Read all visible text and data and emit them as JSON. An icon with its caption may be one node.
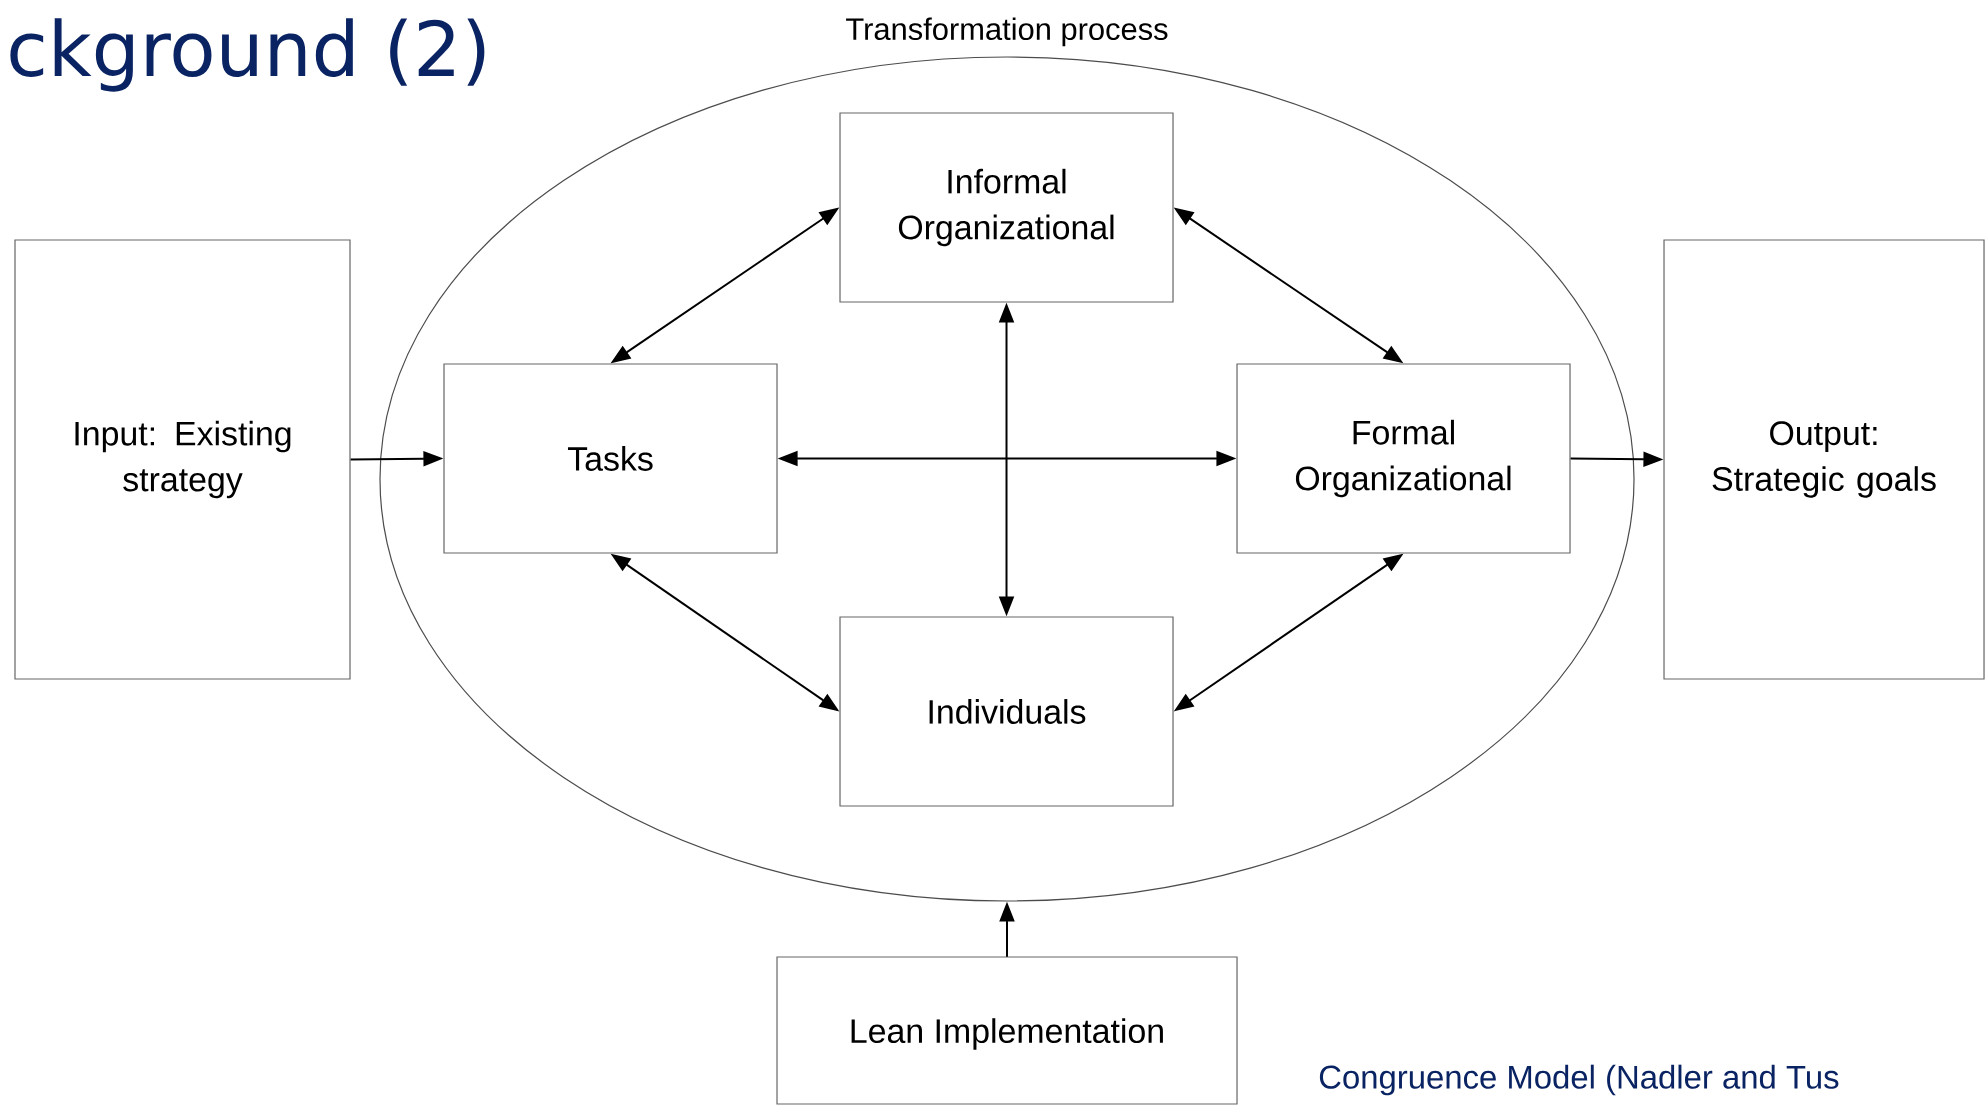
{
  "diagram": {
    "title": "ckground (2)",
    "caption": "Congruence Model (Nadler and Tus",
    "nodes": [
      {
        "text": [
          "Transformation process"
        ]
      },
      {
        "text": [
          "Informal Organizational"
        ],
        "in": 0
      },
      {
        "text": [
          "Input: Existing strategy"
        ]
      },
      {
        "text": [
          "Tasks"
        ],
        "in": 0
      },
      {
        "text": [
          "Formal Organizational"
        ],
        "in": 0
      },
      {
        "text": [
          "Output: Strategic goals"
        ]
      },
      {
        "text": [
          "Individuals"
        ],
        "in": 0
      },
      {
        "text": [
          "Lean Implementation"
        ]
      }
    ],
    "edges": [
      {
        "from": 2,
        "to": 3,
        "arrow": "to"
      },
      {
        "from": 4,
        "to": 5,
        "arrow": "to"
      },
      {
        "from": 3,
        "to": 1,
        "arrow": "both"
      },
      {
        "from": 1,
        "to": 4,
        "arrow": "both"
      },
      {
        "from": 3,
        "to": 4,
        "arrow": "both"
      },
      {
        "from": 1,
        "to": 6,
        "arrow": "both"
      },
      {
        "from": 3,
        "to": 6,
        "arrow": "both"
      },
      {
        "from": 6,
        "to": 4,
        "arrow": "both"
      },
      {
        "from": 7,
        "to": 0,
        "arrow": "to"
      }
    ]
  }
}
